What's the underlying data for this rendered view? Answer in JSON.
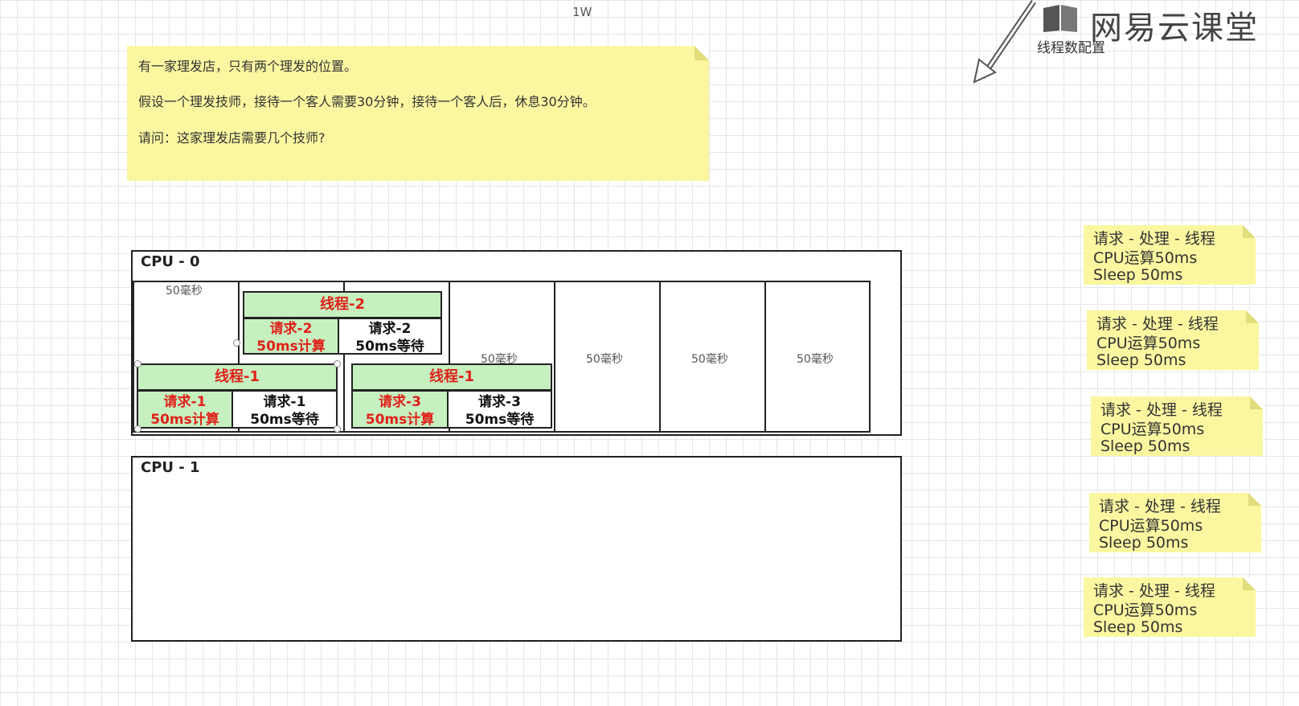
{
  "top_label": "1W",
  "problem_note": {
    "lines": [
      "有一家理发店，只有两个理发的位置。",
      "假设一个理发技师，接待一个客人需要30分钟，接待一个客人后，休息30分钟。",
      "请问：这家理发店需要几个技师?"
    ]
  },
  "watermark": {
    "logo_text": "网易云课堂",
    "caption": "线程数配置"
  },
  "cpu0": {
    "label": "CPU - 0",
    "slot_label": "50毫秒",
    "thread2": {
      "header": "线程-2",
      "req_line1": "请求-2",
      "req_line2": "50ms计算",
      "wait_line1": "请求-2",
      "wait_line2": "50ms等待"
    },
    "thread1a": {
      "header": "线程-1",
      "req_line1": "请求-1",
      "req_line2": "50ms计算",
      "wait_line1": "请求-1",
      "wait_line2": "50ms等待"
    },
    "thread1b": {
      "header": "线程-1",
      "req_line1": "请求-3",
      "req_line2": "50ms计算",
      "wait_line1": "请求-3",
      "wait_line2": "50ms等待"
    }
  },
  "cpu1": {
    "label": "CPU - 1"
  },
  "side_notes": [
    {
      "line1": "请求 - 处理 - 线程",
      "line2": "CPU运算50ms",
      "line3": "Sleep 50ms"
    },
    {
      "line1": "请求 - 处理 - 线程",
      "line2": "CPU运算50ms",
      "line3": "Sleep 50ms"
    },
    {
      "line1": "请求 - 处理 - 线程",
      "line2": "CPU运算50ms",
      "line3": "Sleep 50ms"
    },
    {
      "line1": "请求 - 处理 - 线程",
      "line2": "CPU运算50ms",
      "line3": "Sleep 50ms"
    },
    {
      "line1": "请求 - 处理 - 线程",
      "line2": "CPU运算50ms",
      "line3": "Sleep 50ms"
    }
  ],
  "colors": {
    "note_yellow": "#fbf7a1",
    "thread_green": "#c6f0c0",
    "compute_red": "#e0201a"
  }
}
